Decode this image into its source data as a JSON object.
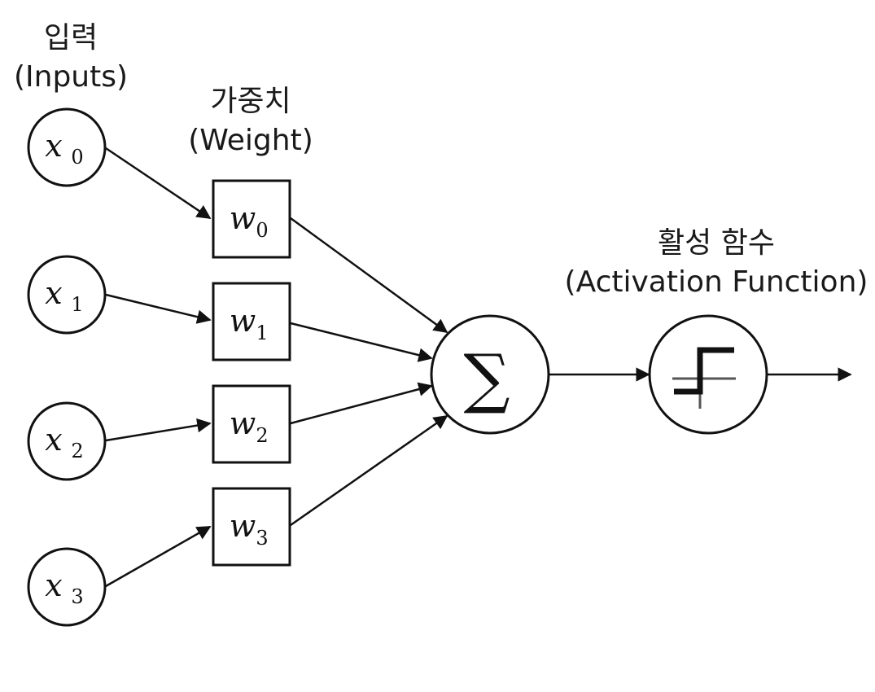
{
  "labels": {
    "inputs_ko": "입력",
    "inputs_en": "(Inputs)",
    "weight_ko": "가중치",
    "weight_en": "(Weight)",
    "activation_ko": "활성 함수",
    "activation_en": "(Activation Function)"
  },
  "inputs": [
    {
      "var": "x",
      "sub": "0"
    },
    {
      "var": "x",
      "sub": "1"
    },
    {
      "var": "x",
      "sub": "2"
    },
    {
      "var": "x",
      "sub": "3"
    }
  ],
  "weights": [
    {
      "var": "w",
      "sub": "0"
    },
    {
      "var": "w",
      "sub": "1"
    },
    {
      "var": "w",
      "sub": "2"
    },
    {
      "var": "w",
      "sub": "3"
    }
  ],
  "sum_symbol": "∑",
  "activation_icon": "step-function-icon"
}
